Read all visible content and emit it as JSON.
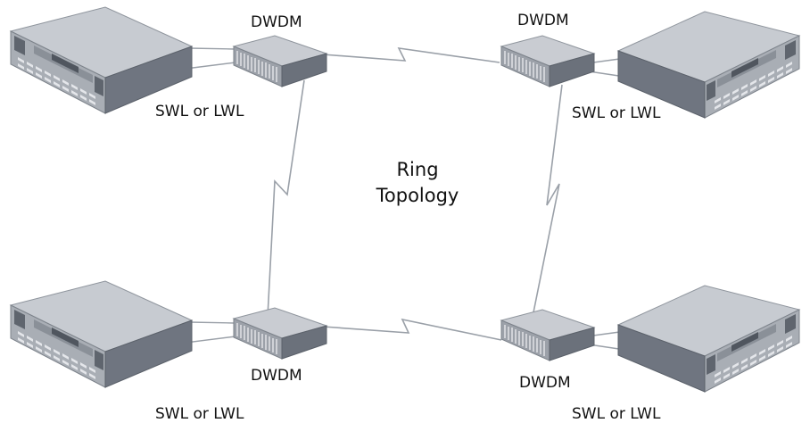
{
  "diagram": {
    "center_label": {
      "line1": "Ring",
      "line2": "Topology"
    },
    "dwdm_label": "DWDM",
    "fiber_label": "SWL or LWL",
    "nodes": [
      {
        "id": "top-left",
        "dwdm_label": "DWDM",
        "fiber_label": "SWL or LWL"
      },
      {
        "id": "top-right",
        "dwdm_label": "DWDM",
        "fiber_label": "SWL or LWL"
      },
      {
        "id": "bottom-left",
        "dwdm_label": "DWDM",
        "fiber_label": "SWL or LWL"
      },
      {
        "id": "bottom-right",
        "dwdm_label": "DWDM",
        "fiber_label": "SWL or LWL"
      }
    ],
    "colors": {
      "server_top": "#c7cbd1",
      "server_front": "#a9aeb5",
      "server_side": "#6f7580",
      "mux_top": "#c9ccd2",
      "mux_front": "#9ca1a9",
      "mux_side": "#6b717b",
      "link_line": "#9aa0a8",
      "text": "#111111"
    }
  }
}
